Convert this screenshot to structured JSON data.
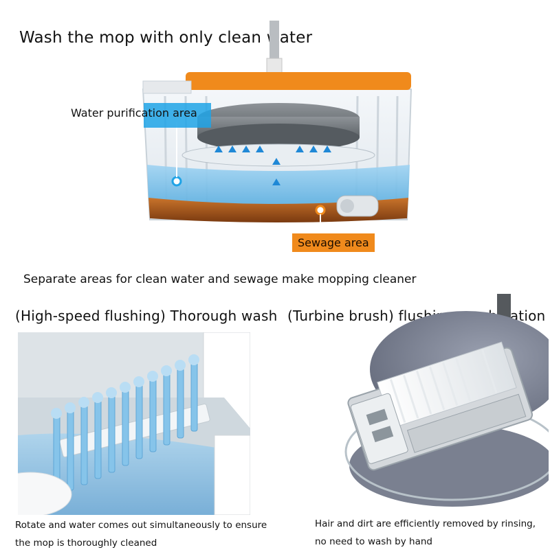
{
  "top": {
    "headline": "Wash the mop with only clean water",
    "purification_label": "Water purification area",
    "sewage_label": "Sewage area",
    "subheadline": "Separate areas for clean water and sewage make mopping cleaner"
  },
  "left_panel": {
    "title": "(High-speed flushing) Thorough wash",
    "caption_line1": "Rotate and water comes out simultaneously to ensure",
    "caption_line2": "the mop is thoroughly cleaned"
  },
  "right_panel": {
    "title": "(Turbine brush) flushing combination",
    "caption_line1": "Hair and dirt are efficiently removed by rinsing,",
    "caption_line2": "no need to wash by hand"
  },
  "colors": {
    "orange_accent": "#f08a1c",
    "blue_accent": "#1fa3e6",
    "clean_water": "#7fc4ec",
    "sewage": "#b5621f"
  }
}
